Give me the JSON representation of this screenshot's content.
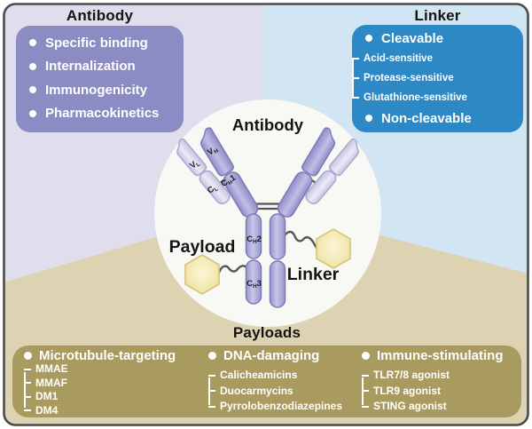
{
  "antibody_panel": {
    "title": "Antibody",
    "items": [
      "Specific binding",
      "Internalization",
      "Immunogenicity",
      "Pharmacokinetics"
    ]
  },
  "linker_panel": {
    "title": "Linker",
    "groups": [
      {
        "label": "Cleavable",
        "sub": [
          "Acid-sensitive",
          "Protease-sensitive",
          "Glutathione-sensitive"
        ]
      },
      {
        "label": "Non-cleavable",
        "sub": []
      }
    ]
  },
  "payloads_panel": {
    "title": "Payloads",
    "columns": [
      {
        "label": "Microtubule-targeting",
        "sub": [
          "MMAE",
          "MMAF",
          "DM1",
          "DM4"
        ]
      },
      {
        "label": "DNA-damaging",
        "sub": [
          "Calicheamicins",
          "Duocarmycins",
          "Pyrrolobenzodiazepines"
        ]
      },
      {
        "label": "Immune-stimulating",
        "sub": [
          "TLR7/8 agonist",
          "TLR9 agonist",
          "STING agonist"
        ]
      }
    ]
  },
  "diagram": {
    "antibody_label": "Antibody",
    "payload_label": "Payload",
    "linker_label": "Linker",
    "domains": {
      "vl": {
        "m": "V",
        "s": "L"
      },
      "vh": {
        "m": "V",
        "s": "H"
      },
      "cl": {
        "m": "C",
        "s": "L"
      },
      "ch1": {
        "m": "C",
        "s": "H",
        "n": "1"
      },
      "ch2": {
        "m": "C",
        "s": "H",
        "n": "2"
      },
      "ch3": {
        "m": "C",
        "s": "H",
        "n": "3"
      }
    }
  },
  "colors": {
    "bg-left": "#e0ddec",
    "bg-right": "#d2e5f2",
    "bg-bottom": "#ddd2b1",
    "panel-antibody": "#8b8cc4",
    "panel-linker": "#2d89c5",
    "panel-payloads": "#a99b5f",
    "panel-text": "#ffffff",
    "circle": "#f8f8f5",
    "frame": "#4b4b4e",
    "title": "#141414",
    "chain-heavy": "#9b99cf",
    "chain-light": "#dbdaf0",
    "chain-stroke": "#7d7bb5",
    "hexagon": "#f3eab6",
    "hexagon-stroke": "#d6c477",
    "connector": "#55565a"
  }
}
